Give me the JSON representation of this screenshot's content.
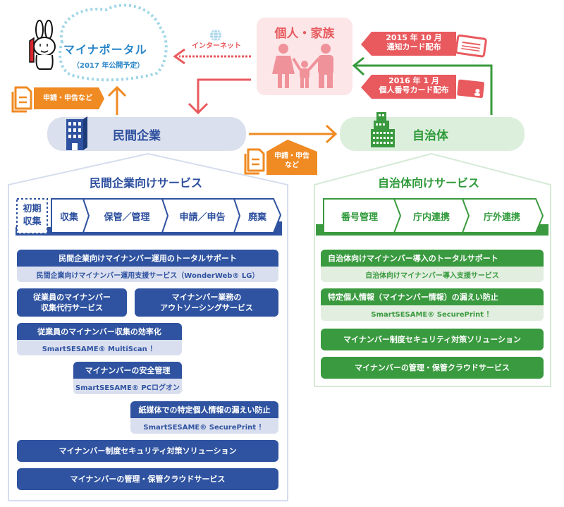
{
  "colors": {
    "business_blue": "#2f53a0",
    "government_green": "#3a9a3f",
    "family_red": "#e85a5e",
    "application_orange": "#f08a22",
    "portal_cyan": "#9fd6e6"
  },
  "top_diagram": {
    "portal": {
      "mascot_icon": "rabbit-mascot-icon",
      "title": "マイナポータル",
      "subtitle": "（2017 年公開予定）"
    },
    "internet_label": "インターネット",
    "internet_icon": "globe-icon",
    "family": {
      "title": "個人・家族",
      "icon": "family-icon"
    },
    "notices": [
      {
        "line1": "2015 年 10 月",
        "line2": "通知カード配布",
        "icon": "notification-card-icon"
      },
      {
        "line1": "2016 年 1 月",
        "line2": "個人番号カード配布",
        "icon": "id-card-icon"
      }
    ],
    "application_tag_top": "申請・申告など",
    "application_tag_middle": {
      "line1": "申請・申告",
      "line2": "など"
    },
    "business": {
      "label": "民間企業",
      "icon": "office-building-icon"
    },
    "government": {
      "label": "自治体",
      "icon": "city-hall-icon"
    }
  },
  "business_services": {
    "title": "民間企業向けサービス",
    "steps": [
      "初期\n収集",
      "収集",
      "保管／管理",
      "申請／申告",
      "廃棄"
    ],
    "initial_step": {
      "line1": "初期",
      "line2": "収集"
    },
    "items": [
      {
        "head": "民間企業向けマイナンバー運用のトータルサポート",
        "sub": "民間企業向けマイナンバー運用支援サービス（WonderWeb® LG）"
      },
      {
        "head1": "従業員のマイナンバー",
        "head2": "収集代行サービス"
      },
      {
        "head1": "マイナンバー業務の",
        "head2": "アウトソーシングサービス"
      },
      {
        "head": "従業員のマイナンバー収集の効率化",
        "sub": "SmartSESAME® MultiScan ！"
      },
      {
        "head": "マイナンバーの安全管理",
        "sub": "SmartSESAME® PCログオン"
      },
      {
        "head": "紙媒体での特定個人情報の漏えい防止",
        "sub": "SmartSESAME® SecurePrint ！"
      },
      {
        "head": "マイナンバー制度セキュリティ対策ソリューション"
      },
      {
        "head": "マイナンバーの管理・保管クラウドサービス"
      }
    ]
  },
  "government_services": {
    "title": "自治体向けサービス",
    "steps": [
      "番号管理",
      "庁内連携",
      "庁外連携"
    ],
    "items": [
      {
        "head": "自治体向けマイナンバー導入のトータルサポート",
        "sub": "自治体向けマイナンバー導入支援サービス"
      },
      {
        "head": "特定個人情報（マイナンバー情報）の漏えい防止",
        "sub": "SmartSESAME® SecurePrint ！"
      },
      {
        "head": "マイナンバー制度セキュリティ対策ソリューション"
      },
      {
        "head": "マイナンバーの管理・保管クラウドサービス"
      }
    ]
  }
}
